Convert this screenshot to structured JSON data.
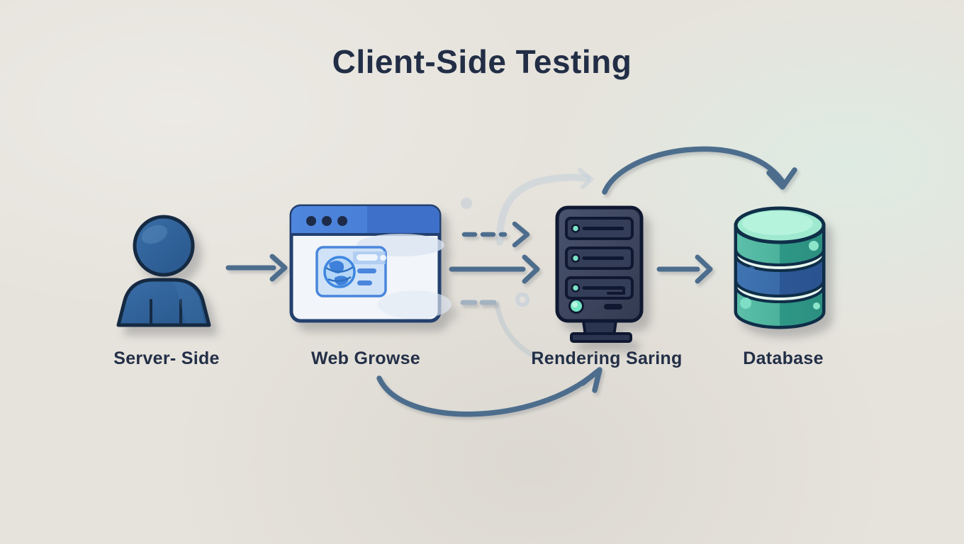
{
  "diagram": {
    "title": "Client-Side Testing",
    "nodes": [
      {
        "id": "user",
        "icon": "user-icon",
        "label": "Server- Side"
      },
      {
        "id": "browser",
        "icon": "browser-window-icon",
        "label": "Web Growse"
      },
      {
        "id": "server",
        "icon": "server-icon",
        "label": "Rendering Saring"
      },
      {
        "id": "database",
        "icon": "database-icon",
        "label": "Database"
      }
    ],
    "flow": [
      {
        "from": "user",
        "to": "browser",
        "style": "solid-arrow"
      },
      {
        "from": "browser",
        "to": "server",
        "style": "dashed-arrow"
      },
      {
        "from": "browser",
        "to": "server",
        "style": "solid-arrow"
      },
      {
        "from": "server",
        "to": "database",
        "style": "solid-arrow"
      },
      {
        "from": "server",
        "to": "database",
        "style": "curved-arrow-top"
      },
      {
        "from": "browser",
        "to": "server",
        "style": "curved-arrow-bottom"
      }
    ],
    "colors": {
      "background": "#e6e3dc",
      "text": "#232f47",
      "arrow": "#4d6d8d",
      "user_blue": "#2e6096",
      "browser_bar_blue": "#4a80d8",
      "browser_card_blue": "#cfe2f8",
      "server_navy": "#3a4258",
      "server_led_teal": "#74e6c4",
      "database_teal": "#45ae99",
      "database_mint": "#a5f0d8",
      "database_blue": "#3a6fae"
    }
  }
}
